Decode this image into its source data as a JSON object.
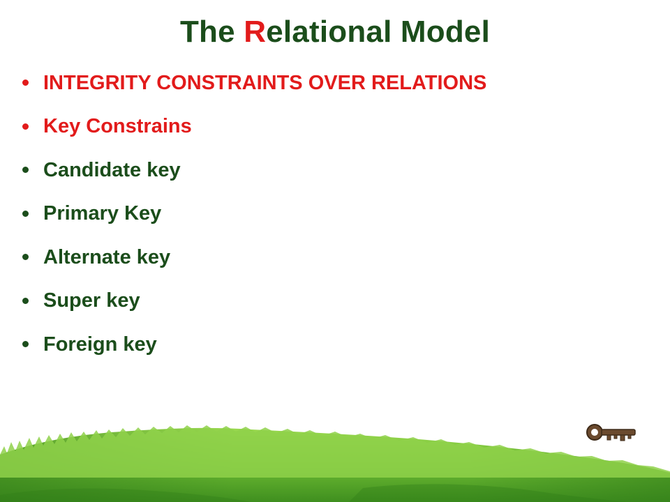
{
  "title": {
    "pre": "The ",
    "accent_letter": "R",
    "post": "elational Model"
  },
  "bullets": [
    {
      "label": "INTEGRITY CONSTRAINTS OVER RELATIONS",
      "color": "#e21b1b"
    },
    {
      "label": "Key Constrains",
      "color": "#e21b1b"
    },
    {
      "label": "Candidate key",
      "color": "#1b4d1b"
    },
    {
      "label": "Primary Key",
      "color": "#1b4d1b"
    },
    {
      "label": "Alternate key",
      "color": "#1b4d1b"
    },
    {
      "label": "Super key",
      "color": "#1b4d1b"
    },
    {
      "label": "Foreign key",
      "color": "#1b4d1b"
    }
  ],
  "decorations": {
    "grass": "grass-hill-illustration",
    "key": "key-icon"
  },
  "colors": {
    "title": "#1b4d1b",
    "accent": "#e21b1b",
    "grass_light": "#8fd14a",
    "grass_dark": "#3f8f1f"
  }
}
